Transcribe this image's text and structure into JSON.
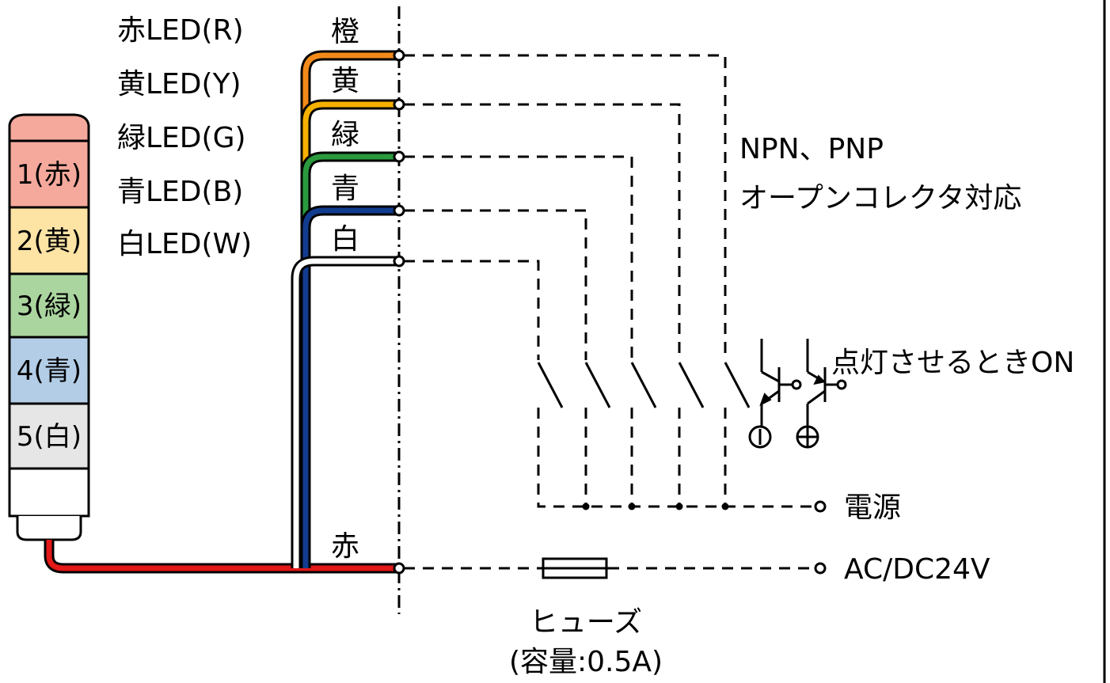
{
  "led_labels": [
    "赤LED(R)",
    "黄LED(Y)",
    "緑LED(G)",
    "青LED(B)",
    "白LED(W)"
  ],
  "wire_labels": {
    "orange": "橙",
    "yellow": "黄",
    "green": "緑",
    "blue": "青",
    "white": "白",
    "red": "赤"
  },
  "tower_segments": [
    "1(赤)",
    "2(黄)",
    "3(緑)",
    "4(青)",
    "5(白)"
  ],
  "segment_colors": [
    "#f4a99c",
    "#fde3a4",
    "#abd59f",
    "#b3cde6",
    "#e6e6e6"
  ],
  "wire_colors": {
    "orange": "#f28a1a",
    "yellow": "#f6b000",
    "green": "#2a9a3d",
    "blue": "#123c8f",
    "white": "#ffffff",
    "red": "#e31818"
  },
  "notes": {
    "collector_line1": "NPN、PNP",
    "collector_line2": "オープンコレクタ対応",
    "switch_on": "点灯させるときON",
    "power_line1": "電源",
    "power_line2": "AC/DC24V",
    "fuse_line1": "ヒューズ",
    "fuse_line2": "(容量:0.5A)"
  },
  "symbols": {
    "minus": "−",
    "plus": "+"
  }
}
